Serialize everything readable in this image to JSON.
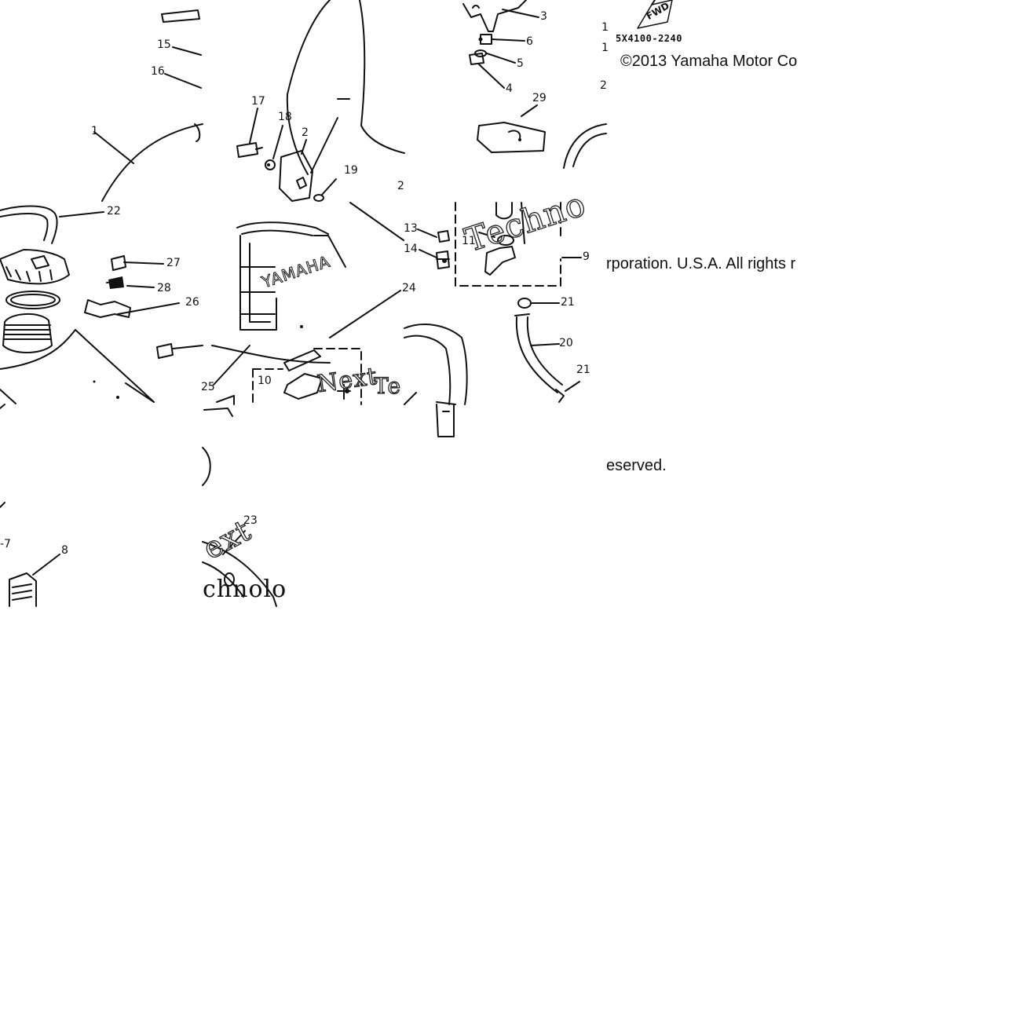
{
  "diagram": {
    "drawing_code": "5X4100-2240",
    "copyright": {
      "line1": "©2013 Yamaha Motor Co",
      "line2": "rporation. U.S.A. All rights r",
      "line3": "eserved."
    },
    "fwd_mark": "FWD",
    "tank_emblem": "YAMAHA",
    "watermark": {
      "part1": "Techno",
      "part2": "Next",
      "part3": "Te",
      "part4": "ext",
      "part5": "chnolo"
    },
    "callouts": {
      "c1": "1",
      "c2": "2",
      "c2b": "2",
      "c2c": "2",
      "c3": "3",
      "c4": "4",
      "c5": "5",
      "c6": "6",
      "c7": "-7",
      "c8": "8",
      "c9": "9",
      "c10": "10",
      "c11": "11",
      "c13": "13",
      "c14": "14",
      "c15": "15",
      "c16": "16",
      "c17": "17",
      "c18": "18",
      "c19": "19",
      "c20": "20",
      "c21": "21",
      "c21b": "21",
      "c22": "22",
      "c23": "23",
      "c24": "24",
      "c25": "25",
      "c26": "26",
      "c27": "27",
      "c28": "28",
      "c29": "29",
      "ctick1": "1",
      "ctick2": "1"
    }
  }
}
